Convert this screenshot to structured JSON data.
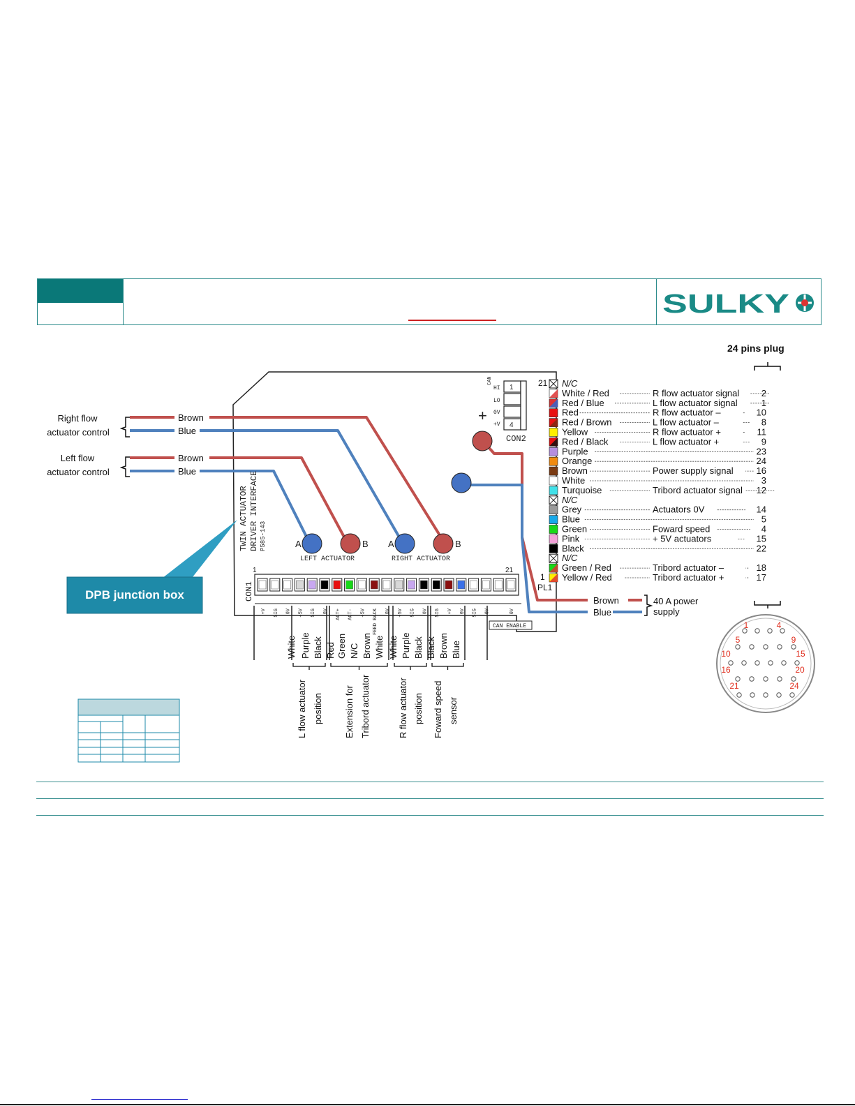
{
  "header": {
    "logo_text": "SULKY"
  },
  "pins_plug_title": "24 pins plug",
  "actuator_controls": {
    "right": {
      "label_line1": "Right flow",
      "label_line2": "actuator control",
      "wire1": "Brown",
      "wire2": "Blue"
    },
    "left": {
      "label_line1": "Left flow",
      "label_line2": "actuator control",
      "wire1": "Brown",
      "wire2": "Blue"
    }
  },
  "board": {
    "side_text_line1": "TWIN ACTUATOR",
    "side_text_line2": "DRIVER INTERFACE",
    "side_text_line3": "P585-143",
    "left_actuator_label": "LEFT ACTUATOR",
    "right_actuator_label": "RIGHT ACTUATOR",
    "terminal_a": "A",
    "terminal_b": "B",
    "con1_label": "CON1",
    "con1_first": "1",
    "con1_last": "21",
    "con2_label": "CON2",
    "con2_pins": [
      "HI",
      "LO",
      "0V",
      "+V"
    ],
    "con2_nums": [
      "1",
      "",
      "",
      "4"
    ],
    "con2_can": "CAN",
    "pl1_label": "PL1",
    "pl1_first": "1",
    "pl1_last": "21",
    "can_enable": "CAN ENABLE",
    "plus_sign": "+",
    "con1_pin_labels": [
      "+V",
      "SIG",
      "0V",
      "+5V",
      "SIG",
      "0V",
      "ACT+",
      "ACT-",
      "+5V",
      "FEED BACK",
      "0V",
      "+5V",
      "SIG",
      "0V",
      "SIG",
      "+V",
      "0V",
      "SIG",
      "0V",
      "",
      "0V"
    ]
  },
  "junction_box_callout": "DPB junction box",
  "pl1_rows": [
    {
      "color": "N/C",
      "desc": "",
      "pin": ""
    },
    {
      "color": "White / Red",
      "desc": "R flow actuator signal",
      "pin": "2"
    },
    {
      "color": "Red / Blue",
      "desc": "L flow actuator signal",
      "pin": "1"
    },
    {
      "color": "Red",
      "desc": "R flow actuator –",
      "pin": "10"
    },
    {
      "color": "Red / Brown",
      "desc": "L flow actuator –",
      "pin": "8"
    },
    {
      "color": "Yellow",
      "desc": "R flow actuator +",
      "pin": "11"
    },
    {
      "color": "Red / Black",
      "desc": "L flow actuator +",
      "pin": "9"
    },
    {
      "color": "Purple",
      "desc": "",
      "pin": "23"
    },
    {
      "color": "Orange",
      "desc": "",
      "pin": "24"
    },
    {
      "color": "Brown",
      "desc": "Power supply signal",
      "pin": "16"
    },
    {
      "color": "White",
      "desc": "",
      "pin": "3"
    },
    {
      "color": "Turquoise",
      "desc": "Tribord actuator signal",
      "pin": "12"
    },
    {
      "color": "N/C",
      "desc": "",
      "pin": ""
    },
    {
      "color": "Grey",
      "desc": "Actuators 0V",
      "pin": "14"
    },
    {
      "color": "Blue",
      "desc": "",
      "pin": "5"
    },
    {
      "color": "Green",
      "desc": "Foward speed",
      "pin": "4"
    },
    {
      "color": "Pink",
      "desc": "+  5V  actuators",
      "pin": "15"
    },
    {
      "color": "Black",
      "desc": "",
      "pin": "22"
    },
    {
      "color": "N/C",
      "desc": "",
      "pin": ""
    },
    {
      "color": "Green / Red",
      "desc": "Tribord actuator –",
      "pin": "18"
    },
    {
      "color": "Yellow / Red",
      "desc": "Tribord actuator +",
      "pin": "17"
    }
  ],
  "power": {
    "wire1": "Brown",
    "wire2": "Blue",
    "label_line1": "40 A power",
    "label_line2": "supply"
  },
  "con1_groups": [
    {
      "wires": [
        "White",
        "Purple",
        "Black"
      ],
      "caption_line1": "L flow actuator",
      "caption_line2": "position"
    },
    {
      "wires": [
        "Red",
        "Green",
        "N/C",
        "Brown",
        "White"
      ],
      "caption_line1": "Extension for",
      "caption_line2": "Tribord actuator"
    },
    {
      "wires": [
        "White",
        "Purple",
        "Black"
      ],
      "caption_line1": "R flow actuator",
      "caption_line2": "position"
    },
    {
      "wires": [
        "Black",
        "Brown",
        "Blue"
      ],
      "caption_line1": "Foward speed",
      "caption_line2": "sensor"
    }
  ],
  "plug_pin_numbers": [
    "1",
    "4",
    "5",
    "9",
    "10",
    "15",
    "16",
    "20",
    "21",
    "24"
  ],
  "colors": {
    "teal": "#0a7878",
    "brown_wire": "#c0504d",
    "blue_wire": "#4f81bd",
    "callout": "#1e8aa8",
    "logo": "#1a8a86",
    "pin_red": "#e03020"
  }
}
